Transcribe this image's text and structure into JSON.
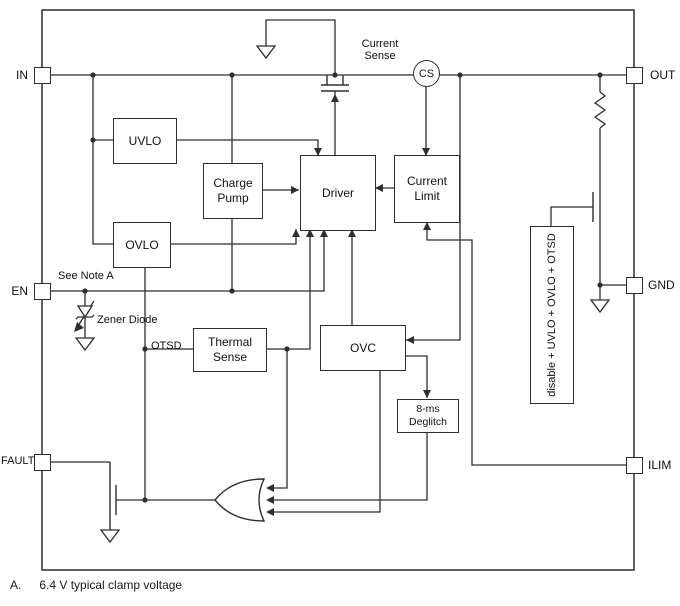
{
  "diagram": {
    "pins": {
      "in": "IN",
      "en": "EN",
      "fault": "FAULT",
      "out": "OUT",
      "gnd": "GND",
      "ilim": "ILIM"
    },
    "blocks": {
      "uvlo": "UVLO",
      "charge_pump": "Charge Pump",
      "ovlo": "OVLO",
      "driver": "Driver",
      "current_limit": "Current Limit",
      "thermal_sense": "Thermal Sense",
      "ovc": "OVC",
      "deglitch": "8-ms Deglitch",
      "cs": "CS"
    },
    "labels": {
      "current_sense": "Current Sense",
      "see_note": "See Note A",
      "zener": "Zener Diode",
      "otsd": "OTSD",
      "discharge_bus": "disable + UVLO + OVLO + OTSD"
    },
    "note": {
      "prefix": "A.",
      "text": "6.4 V typical clamp voltage"
    }
  }
}
